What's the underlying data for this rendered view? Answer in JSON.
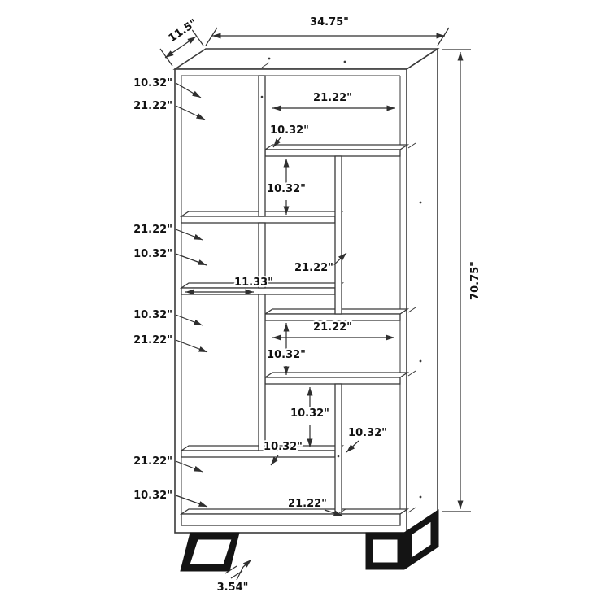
{
  "diagram": {
    "kind": "bookcase dimension drawing",
    "colors": {
      "line": "#3a3a3a",
      "legs": "#141414",
      "background": "#ffffff",
      "text": "#111111"
    },
    "overall": {
      "width": "34.75\"",
      "depth": "11.5\"",
      "height": "70.75\"",
      "base_height": "3.54\""
    },
    "left_labels": [
      "10.32\"",
      "21.22\"",
      "21.22\"",
      "10.32\"",
      "10.32\"",
      "21.22\"",
      "21.22\"",
      "10.32\""
    ],
    "inner_labels": [
      "21.22\"",
      "10.32\"",
      "10.32\"",
      "21.22\"",
      "11.33\"",
      "21.22\"",
      "10.32\"",
      "10.32\"",
      "10.32\"",
      "10.32\"",
      "21.22\""
    ]
  }
}
